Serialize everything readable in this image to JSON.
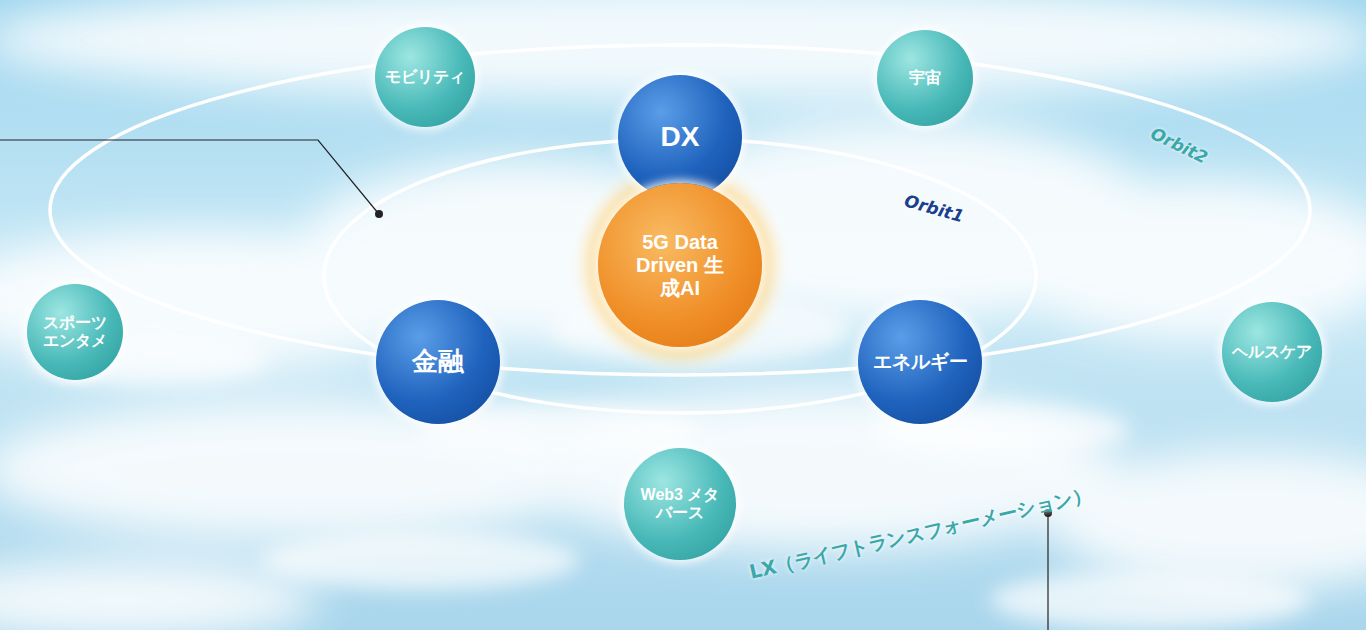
{
  "diagram": {
    "nodes": [
      {
        "text": [
          "モビリティ"
        ]
      },
      {
        "text": [
          "宇宙"
        ]
      },
      {
        "text": [
          "DX"
        ]
      },
      {
        "text": [
          "5G Data Driven 生成AI"
        ]
      },
      {
        "text": [
          "スポーツ エンタメ"
        ]
      },
      {
        "text": [
          "金融"
        ]
      },
      {
        "text": [
          "エネルギー"
        ]
      },
      {
        "text": [
          "ヘルスケア"
        ]
      },
      {
        "text": [
          "Web3 メタバース"
        ]
      }
    ],
    "labels": [
      "Orbit1",
      "Orbit2",
      "LX（ライフトランスフォーメーション）"
    ]
  }
}
